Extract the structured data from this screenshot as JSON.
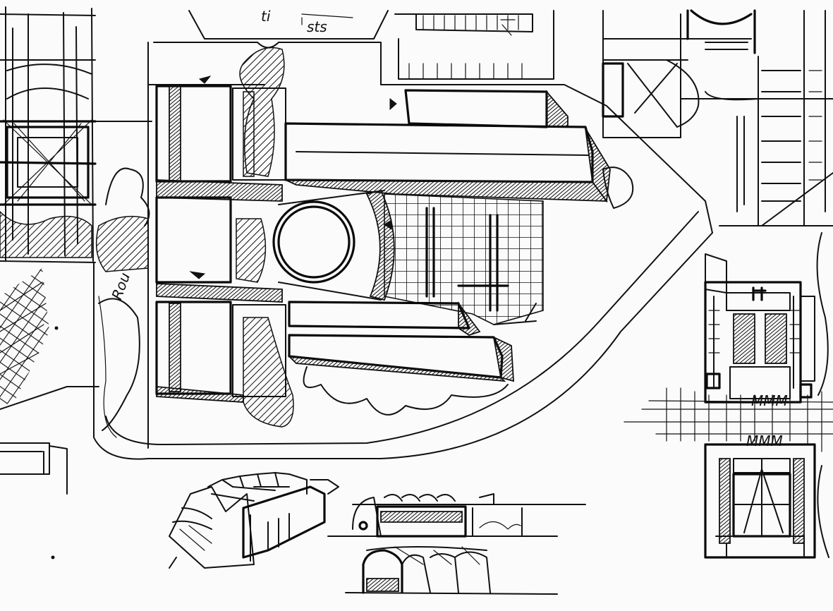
{
  "sketch": {
    "scribble_top": "ti",
    "scribble_top2": "sts",
    "scribble_side": "Rou",
    "scribble_right": "MMM",
    "scribble_right2": "MMM"
  }
}
